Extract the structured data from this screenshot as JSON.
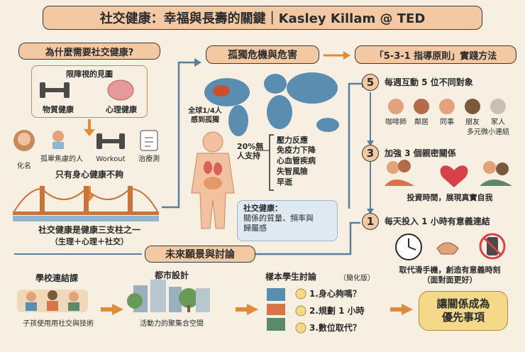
{
  "title": "社交健康：幸福與長壽的關鍵｜Kasley Killam @ TED",
  "left": {
    "header": "為什麼需要社交健康?",
    "limited_view_title": "限障視的見圖",
    "physical_health": "物質健康",
    "mental_health": "心理健康",
    "label_hidden": "化名",
    "label_lonely": "孤單焦慮的人",
    "label_workout": "Workout",
    "label_therapy": "治療測",
    "not_enough": "只有身心健康不夠",
    "pillar_line1": "社交健康是健康三支柱之一",
    "pillar_line2": "（生理＋心理＋社交）"
  },
  "middle": {
    "header": "孤獨危機與危害",
    "map_label": "全球1/4人\n感到孤獨",
    "support_label": "20%無\n人支持",
    "harms": [
      "壓力反應",
      "免疫力下降",
      "心血管疾病",
      "失智風險",
      "早逝"
    ],
    "definition_title": "社交健康：",
    "definition_body": "關係的質量、頻率與\n歸屬感"
  },
  "right": {
    "header": "「5-3-1 指導原則」實踐方法",
    "step5_num": "5",
    "step5_title": "每週互動 5 位不同對象",
    "people": [
      "咖啡師",
      "鄰居",
      "同事",
      "朋友",
      "家人"
    ],
    "micro_note": "多元微小連結",
    "step3_num": "3",
    "step3_title": "加強 3 個親密關係",
    "step3_desc": "投資時間，展現真實自我",
    "step1_num": "1",
    "step1_title": "每天投入 1 小時有意義連結",
    "step1_desc1": "取代滑手機，創造有意義時刻",
    "step1_desc2": "（面對面更好）"
  },
  "bottom": {
    "header": "未來願景與討論",
    "school_title": "學校連結課",
    "school_desc": "子孩使用用社交與技術",
    "city_title": "都市設計",
    "city_desc": "活動力的聚集合空間",
    "discussion_title": "樣本學生討論",
    "discussion_tag": "（簡化版）",
    "questions": [
      "1.身心夠嗎？",
      "2.規劃 1 小時",
      "3.數位取代？"
    ],
    "final": "讓關係成為\n優先事項"
  },
  "colors": {
    "accent": "#f3c9a3",
    "background": "#f6efe2",
    "arrow": "#e08a3c",
    "flow": "#5b7f9a",
    "final": "#f4d98a"
  }
}
